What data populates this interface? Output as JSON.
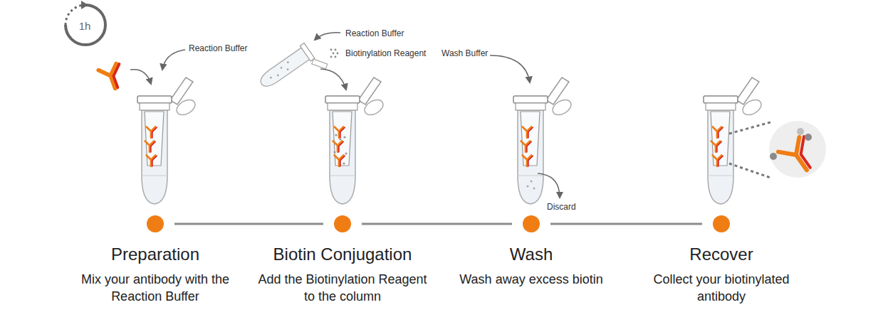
{
  "diagram": {
    "nodes": [
      {
        "text": [
          "Preparation",
          "Mix your antibody with the Reaction Buffer"
        ]
      },
      {
        "text": [
          "Biotin Conjugation",
          "Add the Biotinylation Reagent to the column"
        ]
      },
      {
        "text": [
          "Wash",
          "Wash away excess biotin"
        ]
      },
      {
        "text": [
          "Recover",
          "Collect your biotinylated antibody"
        ]
      }
    ],
    "edges": [
      {
        "from": 0,
        "to": 1,
        "arrow": "none"
      },
      {
        "from": 1,
        "to": 2,
        "arrow": "none"
      },
      {
        "from": 2,
        "to": 3,
        "arrow": "none"
      }
    ],
    "labels": [
      "1h",
      "Reaction Buffer",
      "Reaction Buffer",
      "Biotinylation Reagent",
      "Wash Buffer",
      "Discard"
    ]
  }
}
